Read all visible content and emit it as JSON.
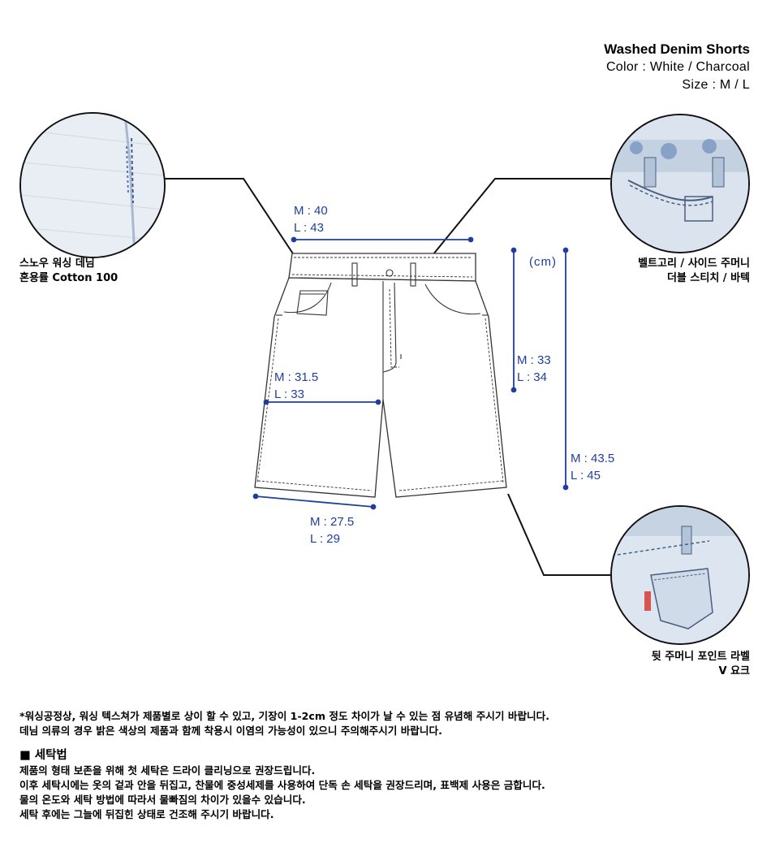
{
  "product": {
    "name": "Washed Denim Shorts",
    "color_line": "Color : White / Charcoal",
    "size_line": "Size : M / L"
  },
  "callouts": {
    "fabric": {
      "line1": "스노우 워싱 데님",
      "line2": "혼용률 Cotton 100"
    },
    "belt": {
      "line1": "벨트고리 / 사이드 주머니",
      "line2": "더블 스티치 / 바텍"
    },
    "back": {
      "line1": "뒷 주머니 포인트 라벨",
      "line2": "V 요크"
    }
  },
  "measurements": {
    "unit": "(cm)",
    "waist": {
      "m": "M : 40",
      "l": "L : 43"
    },
    "thigh": {
      "m": "M : 31.5",
      "l": "L : 33"
    },
    "hem": {
      "m": "M : 27.5",
      "l": "L : 29"
    },
    "rise": {
      "m": "M : 33",
      "l": "L : 34"
    },
    "length": {
      "m": "M : 43.5",
      "l": "L : 45"
    }
  },
  "notes": {
    "line1": "*워싱공정상, 워싱 텍스쳐가 제품별로 상이 할 수 있고, 기장이 1-2cm 정도 차이가 날 수 있는 점 유념해 주시기 바랍니다.",
    "line2": "데님 의류의 경우 밝은 색상의 제품과 함께 착용시 이염의 가능성이 있으니 주의해주시기 바랍니다.",
    "care_title": "■ 세탁법",
    "care": [
      "제품의 형태 보존을 위해 첫 세탁은 드라이 클리닝으로 권장드립니다.",
      "이후 세탁시에는 옷의 겉과 안을 뒤집고, 찬물에 중성세제를 사용하여 단독 손 세탁을 권장드리며, 표백제 사용은 금합니다.",
      "물의 온도와 세탁 방법에 따라서 물빠짐의 차이가 있을수 있습니다.",
      "세탁 후에는 그늘에 뒤집힌 상태로 건조해 주시기 바랍니다."
    ]
  },
  "colors": {
    "measure_blue": "#1f3f9e",
    "outline": "#333333",
    "denim_light": "#dfe7ef",
    "denim_blue": "#4a78b4",
    "label_red": "#d9534f"
  }
}
